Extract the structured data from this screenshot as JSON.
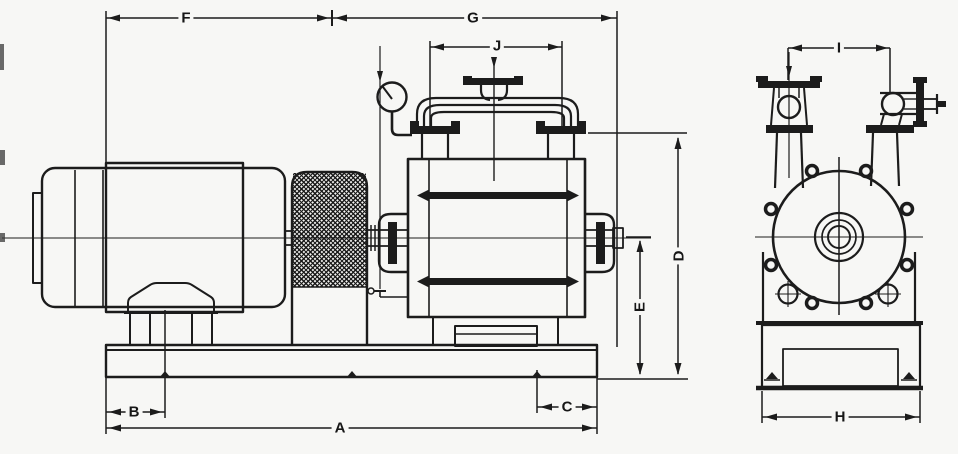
{
  "colors": {
    "background": "#f7f7f5",
    "ink": "#1c1c1c"
  },
  "dimension_labels": {
    "A": "A",
    "B": "B",
    "C": "C",
    "D": "D",
    "E": "E",
    "F": "F",
    "G": "G",
    "H": "H",
    "I": "I",
    "J": "J"
  }
}
